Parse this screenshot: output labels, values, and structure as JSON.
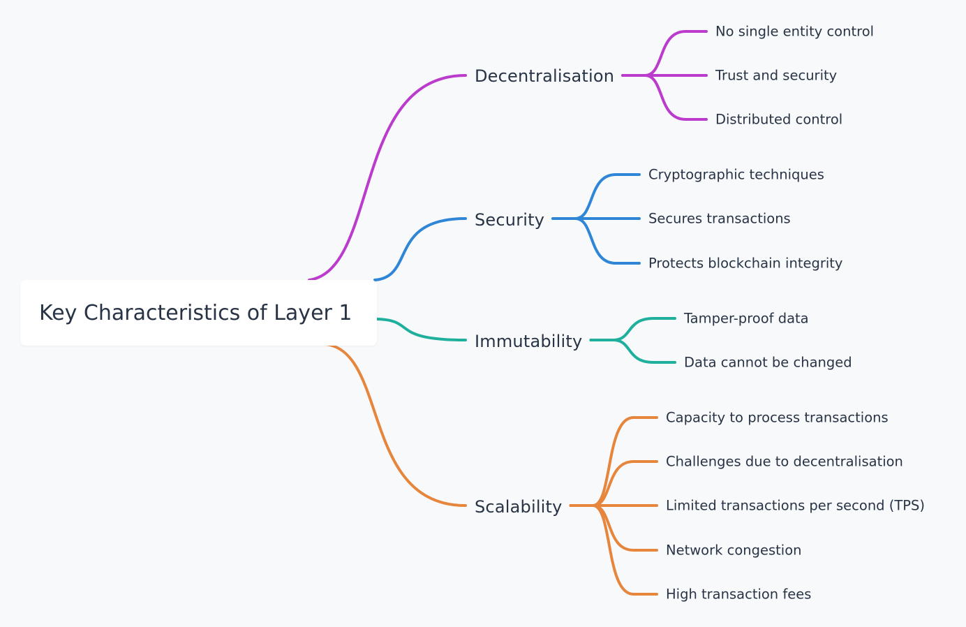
{
  "root": {
    "label": "Key Characteristics of Layer 1"
  },
  "branches": [
    {
      "label": "Decentralisation",
      "color": "#bb3bcc",
      "children": [
        "No single entity control",
        "Trust and security",
        "Distributed control"
      ]
    },
    {
      "label": "Security",
      "color": "#2f86d6",
      "children": [
        "Cryptographic techniques",
        "Secures transactions",
        "Protects blockchain integrity"
      ]
    },
    {
      "label": "Immutability",
      "color": "#1faf9d",
      "children": [
        "Tamper-proof data",
        "Data cannot be changed"
      ]
    },
    {
      "label": "Scalability",
      "color": "#e6863d",
      "children": [
        "Capacity to process transactions",
        "Challenges due to decentralisation",
        "Limited transactions per second (TPS)",
        "Network congestion",
        "High transaction fees"
      ]
    }
  ]
}
